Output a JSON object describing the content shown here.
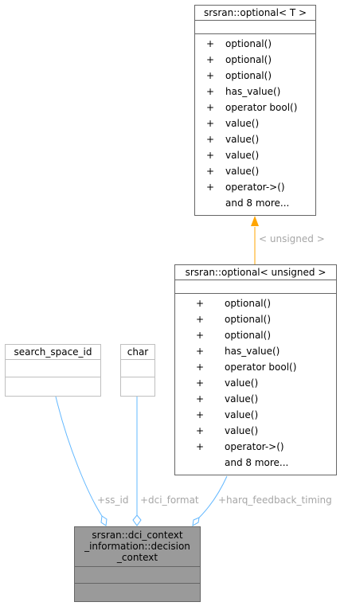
{
  "classes": {
    "optional_t": {
      "title": "srsran::optional< T >",
      "members": [
        {
          "vis": "+",
          "name": "optional()"
        },
        {
          "vis": "+",
          "name": "optional()"
        },
        {
          "vis": "+",
          "name": "optional()"
        },
        {
          "vis": "+",
          "name": "has_value()"
        },
        {
          "vis": "+",
          "name": "operator bool()"
        },
        {
          "vis": "+",
          "name": "value()"
        },
        {
          "vis": "+",
          "name": "value()"
        },
        {
          "vis": "+",
          "name": "value()"
        },
        {
          "vis": "+",
          "name": "value()"
        },
        {
          "vis": "+",
          "name": "operator->()"
        }
      ],
      "more": "and 8 more..."
    },
    "optional_unsigned": {
      "title": "srsran::optional< unsigned >",
      "members": [
        {
          "vis": "+",
          "name": "optional()"
        },
        {
          "vis": "+",
          "name": "optional()"
        },
        {
          "vis": "+",
          "name": "optional()"
        },
        {
          "vis": "+",
          "name": "has_value()"
        },
        {
          "vis": "+",
          "name": "operator bool()"
        },
        {
          "vis": "+",
          "name": "value()"
        },
        {
          "vis": "+",
          "name": "value()"
        },
        {
          "vis": "+",
          "name": "value()"
        },
        {
          "vis": "+",
          "name": "value()"
        },
        {
          "vis": "+",
          "name": "operator->()"
        }
      ],
      "more": "and 8 more..."
    },
    "search_space_id": {
      "title": "search_space_id"
    },
    "char": {
      "title": "char"
    },
    "decision_context": {
      "title_lines": [
        "srsran::dci_context",
        "_information::decision",
        "_context"
      ]
    }
  },
  "edges": {
    "template_arg": "< unsigned >",
    "ss_id": "+ss_id",
    "dci_format": "+dci_format",
    "harq_feedback_timing": "+harq_feedback_timing"
  },
  "colors": {
    "association": "#63b8ff",
    "inheritance": "#ffa500",
    "focus_fill": "#9a9a9a",
    "label_gray": "#a6a6a6"
  }
}
